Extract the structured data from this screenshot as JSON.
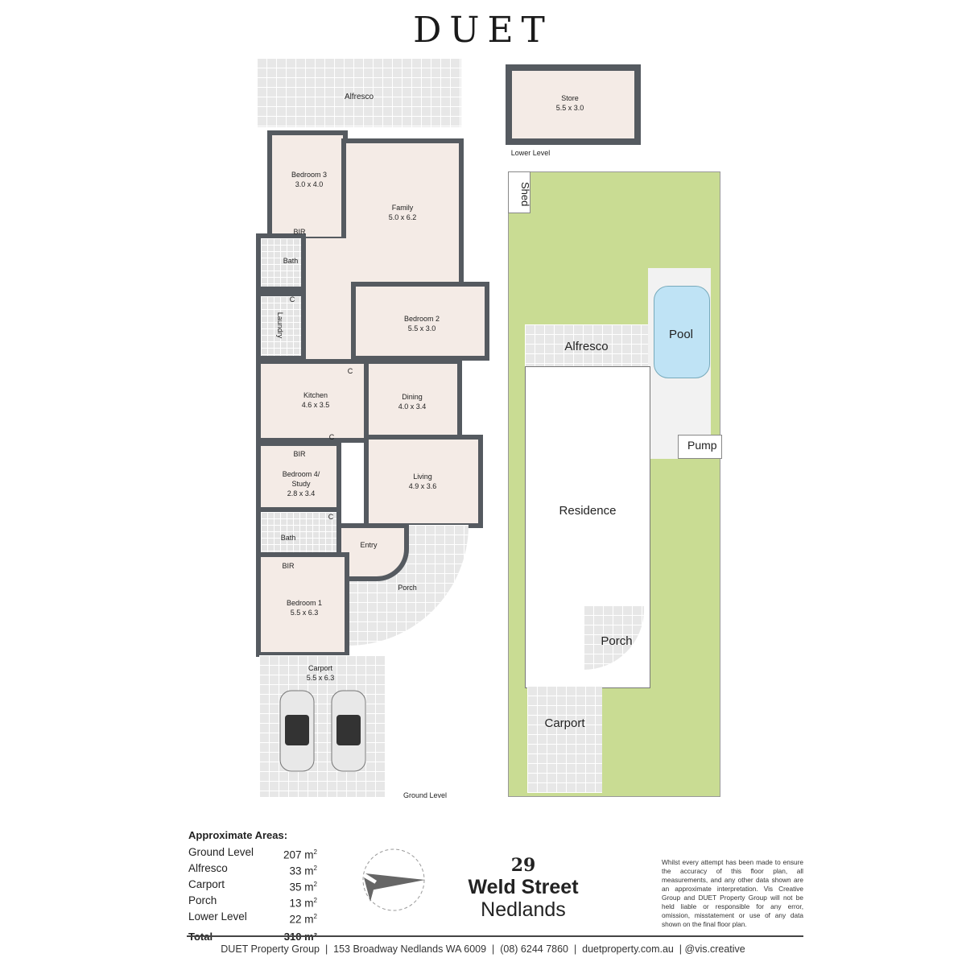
{
  "brand": {
    "logo": "DUET"
  },
  "colors": {
    "wall": "#555a60",
    "floor": "#f4ebe6",
    "tile": "#e7e7e7",
    "grass": "#c9dc93",
    "pool": "#bfe3f5"
  },
  "floorplan": {
    "alfresco": "Alfresco",
    "rooms": [
      {
        "name": "Bedroom 3",
        "size": "3.0 x 4.0"
      },
      {
        "name": "Family",
        "size": "5.0 x 6.2"
      },
      {
        "name": "Bedroom 2",
        "size": "5.5 x 3.0"
      },
      {
        "name": "Kitchen",
        "size": "4.6 x 3.5"
      },
      {
        "name": "Dining",
        "size": "4.0 x 3.4"
      },
      {
        "name": "Bedroom 4/ Study",
        "size": "2.8 x 3.4"
      },
      {
        "name": "Living",
        "size": "4.9 x 3.6"
      },
      {
        "name": "Bedroom 1",
        "size": "5.5 x 6.3"
      },
      {
        "name": "Carport",
        "size": "5.5 x 6.3"
      }
    ],
    "small_labels": {
      "bir": "BIR",
      "bath": "Bath",
      "laundry": "Laundry",
      "cupboard": "C",
      "entry": "Entry",
      "porch": "Porch"
    },
    "level": "Ground Level",
    "store": {
      "name": "Store",
      "size": "5.5 x 3.0",
      "level": "Lower Level"
    }
  },
  "site": {
    "shed": "Shed",
    "alfresco": "Alfresco",
    "pool": "Pool",
    "pump": "Pump",
    "residence": "Residence",
    "porch": "Porch",
    "carport": "Carport"
  },
  "areas": {
    "heading": "Approximate Areas:",
    "rows": [
      {
        "label": "Ground Level",
        "value": "207 m",
        "unit": "2"
      },
      {
        "label": "Alfresco",
        "value": "33 m",
        "unit": "2"
      },
      {
        "label": "Carport",
        "value": "35 m",
        "unit": "2"
      },
      {
        "label": "Porch",
        "value": "13 m",
        "unit": "2"
      },
      {
        "label": "Lower Level",
        "value": "22 m",
        "unit": "2"
      }
    ],
    "total_label": "Total",
    "total_value": "310 m²"
  },
  "address": {
    "number": "29",
    "street": "Weld Street",
    "suburb": "Nedlands"
  },
  "disclaimer": "Whilst every attempt has been made to ensure the accuracy of this floor plan, all measurements, and any other data shown are an approximate interpretation. Vis Creative Group and DUET Property Group will not be held liable or responsible for any error, omission, misstatement or use of any data shown on the final floor plan.",
  "footer": "DUET Property Group  |  153 Broadway Nedlands WA 6009  |  (08) 6244 7860  |  duetproperty.com.au  | @vis.creative"
}
